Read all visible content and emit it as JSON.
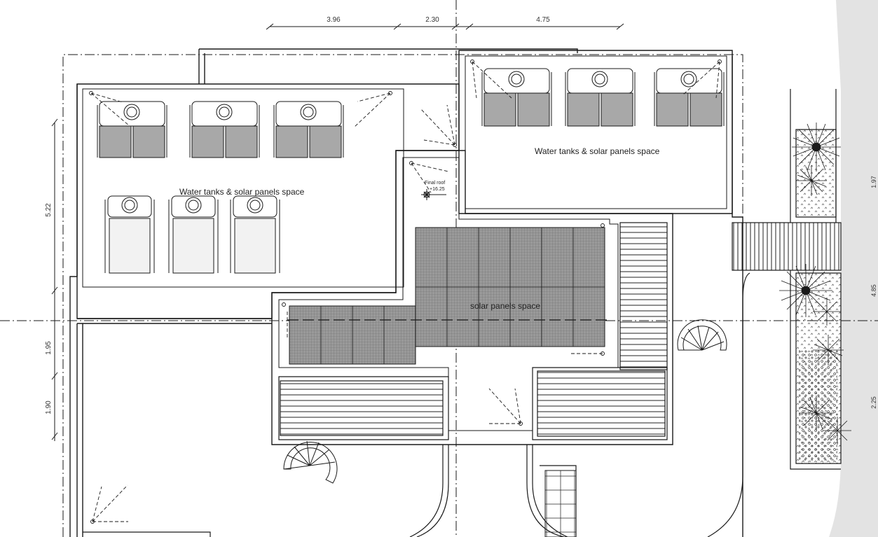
{
  "labels": {
    "zone_left": "Water tanks & solar panels  space",
    "zone_right": "Water tanks & solar panels  space",
    "zone_solar": "solar panels  space",
    "roof_title": "Final roof",
    "roof_level": "+16.25"
  },
  "dimensions": {
    "top": [
      "3.96",
      "2.30",
      "4.75"
    ],
    "left": [
      "5.22",
      "1.95",
      "1.90"
    ],
    "right": [
      "1.97",
      "4.85",
      "2.25"
    ]
  },
  "colors": {
    "line": "#1a1a1a",
    "tank_panel": "#a8a8a8",
    "tank_panel_light": "#f2f2f2",
    "solar_fill": "#9a9a9a",
    "right_strip": "#e3e3e3"
  }
}
